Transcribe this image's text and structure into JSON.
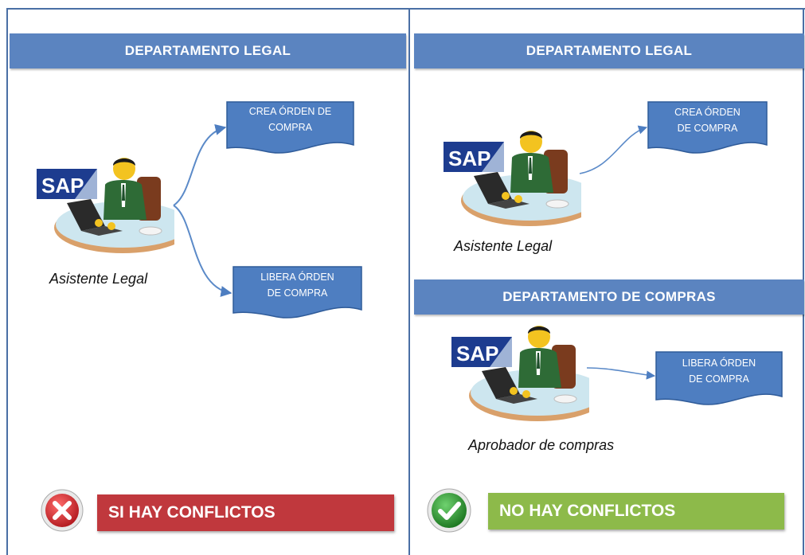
{
  "colors": {
    "header": "#5b84c0",
    "document": "#4e7ec1",
    "border": "#4a6fa5",
    "conflict": "#c0383d",
    "no_conflict": "#8dba4a",
    "sap_logo": "#1d3c8f"
  },
  "left_panel": {
    "header": "DEPARTAMENTO  LEGAL",
    "actor": {
      "label": "Asistente Legal",
      "logo": "SAP"
    },
    "documents": [
      {
        "lines": [
          "CREA ÓRDEN DE",
          "COMPRA"
        ]
      },
      {
        "lines": [
          "LIBERA ÓRDEN",
          "DE COMPRA"
        ]
      }
    ],
    "status": {
      "text": "SI HAY CONFLICTOS",
      "icon": "x-circle-icon"
    }
  },
  "right_panel": {
    "header_top": "DEPARTAMENTO  LEGAL",
    "actor_top": {
      "label": "Asistente Legal",
      "logo": "SAP"
    },
    "document_top": {
      "lines": [
        "CREA ÓRDEN",
        "DE COMPRA"
      ]
    },
    "header_bottom": "DEPARTAMENTO  DE COMPRAS",
    "actor_bottom": {
      "label": "Aprobador de compras",
      "logo": "SAP"
    },
    "document_bottom": {
      "lines": [
        "LIBERA ÓRDEN",
        "DE COMPRA"
      ]
    },
    "status": {
      "text": "NO HAY CONFLICTOS",
      "icon": "check-circle-icon"
    }
  }
}
